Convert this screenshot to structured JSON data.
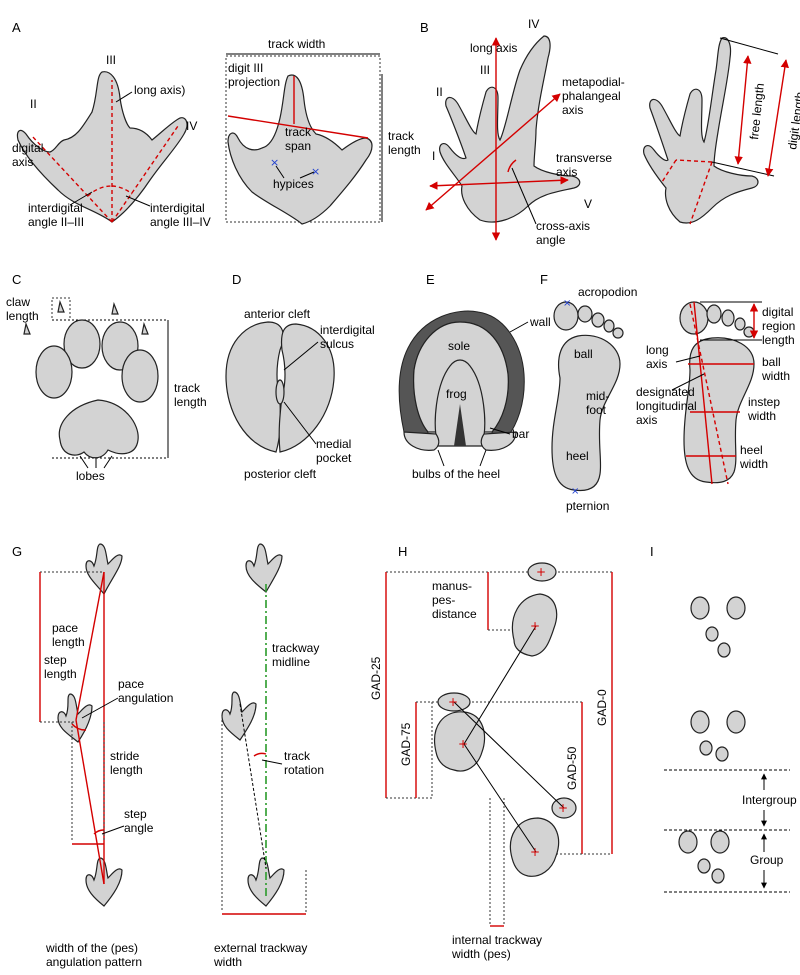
{
  "panels": {
    "A": "A",
    "B": "B",
    "C": "C",
    "D": "D",
    "E": "E",
    "F": "F",
    "G": "G",
    "H": "H",
    "I": "I"
  },
  "A": {
    "digit_II": "II",
    "digit_III": "III",
    "digit_IV": "IV",
    "long_axis": "long axis)",
    "digital_axis_1": "digital",
    "digital_axis_2": "axis",
    "angle_2_3_1": "interdigital",
    "angle_2_3_2": "angle II–III",
    "angle_3_4_1": "interdigital",
    "angle_3_4_2": "angle III–IV",
    "track_width": "track width",
    "digit3_proj_1": "digit III",
    "digit3_proj_2": "projection",
    "track_span_1": "track",
    "track_span_2": "span",
    "hypices": "hypices",
    "track_length_1": "track",
    "track_length_2": "length"
  },
  "B": {
    "digit_I": "I",
    "digit_II": "II",
    "digit_III": "III",
    "digit_IV": "IV",
    "digit_V": "V",
    "long_axis": "long axis",
    "metapodial_1": "metapodial-",
    "metapodial_2": "phalangeal",
    "metapodial_3": "axis",
    "transverse_1": "transverse",
    "transverse_2": "axis",
    "cross_axis_1": "cross-axis",
    "cross_axis_2": "angle",
    "free_length": "free length",
    "digit_length": "digit length"
  },
  "C": {
    "claw_1": "claw",
    "claw_2": "length",
    "track_length_1": "track",
    "track_length_2": "length",
    "lobes": "lobes"
  },
  "D": {
    "anterior_cleft": "anterior cleft",
    "interdigital_1": "interdigital",
    "interdigital_2": "sulcus",
    "medial_1": "medial",
    "medial_2": "pocket",
    "posterior_cleft": "posterior cleft"
  },
  "E": {
    "wall": "wall",
    "sole": "sole",
    "frog": "frog",
    "bar": "bar",
    "bulbs": "bulbs of the heel"
  },
  "F": {
    "acropodion": "acropodion",
    "ball": "ball",
    "midfoot_1": "mid-",
    "midfoot_2": "foot",
    "heel": "heel",
    "pternion": "pternion",
    "digital_1": "digital",
    "digital_2": "region",
    "digital_3": "length",
    "long_axis_1": "long",
    "long_axis_2": "axis",
    "ball_width_1": "ball",
    "ball_width_2": "width",
    "designated_1": "designated",
    "designated_2": "longitudinal",
    "designated_3": "axis",
    "instep_1": "instep",
    "instep_2": "width",
    "heel_width_1": "heel",
    "heel_width_2": "width"
  },
  "G": {
    "pace_1": "pace",
    "pace_2": "length",
    "step_1": "step",
    "step_2": "length",
    "pace_ang_1": "pace",
    "pace_ang_2": "angulation",
    "stride_1": "stride",
    "stride_2": "length",
    "step_angle_1": "step",
    "step_angle_2": "angle",
    "width_1": "width of the (pes)",
    "width_2": "angulation pattern",
    "midline_1": "trackway",
    "midline_2": "midline",
    "rotation_1": "track",
    "rotation_2": "rotation",
    "external_1": "external trackway",
    "external_2": "width"
  },
  "H": {
    "manus_1": "manus-",
    "manus_2": "pes-",
    "manus_3": "distance",
    "gad25": "GAD-25",
    "gad75": "GAD-75",
    "gad50": "GAD-50",
    "gad0": "GAD-0",
    "internal_1": "internal trackway",
    "internal_2": "width (pes)"
  },
  "I": {
    "intergroup": "Intergroup",
    "group": "Group"
  }
}
